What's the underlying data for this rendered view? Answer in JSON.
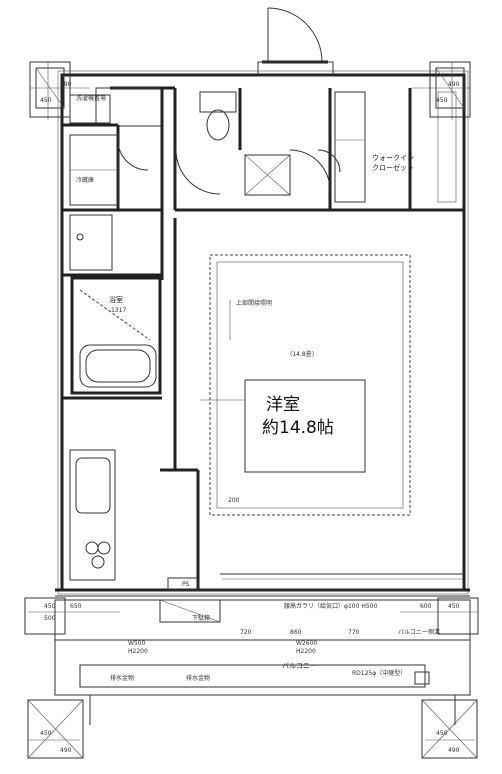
{
  "room": {
    "name": "洋室",
    "size": "約14.8帖",
    "small_note": "(14.8畳)"
  },
  "labels": {
    "bath": "浴室",
    "bath_size": "1317",
    "walkin": "ウォークイン",
    "closet": "クローゼット",
    "balcony": "バルコニー",
    "ceiling_light": "上部間接照明",
    "window_glass": "腰高ガラリ（給気口）φ100 H500",
    "drain": "排水金物",
    "balcony_note": "バルコニー側溝",
    "pipe": "RD125φ（中継型）",
    "psw": "PS",
    "shoebox": "下駄箱",
    "washing": "洗濯機置場",
    "fridge": "冷蔵庫"
  },
  "dims": {
    "d450": "450",
    "d490": "490",
    "d500": "500",
    "d600": "600",
    "d650": "650",
    "d720": "720",
    "d860": "860",
    "d770": "770",
    "d200": "200",
    "d1600": "W2600",
    "d2200": "H2200",
    "d_b500": "W500",
    "d_h2200b": "H2200"
  }
}
